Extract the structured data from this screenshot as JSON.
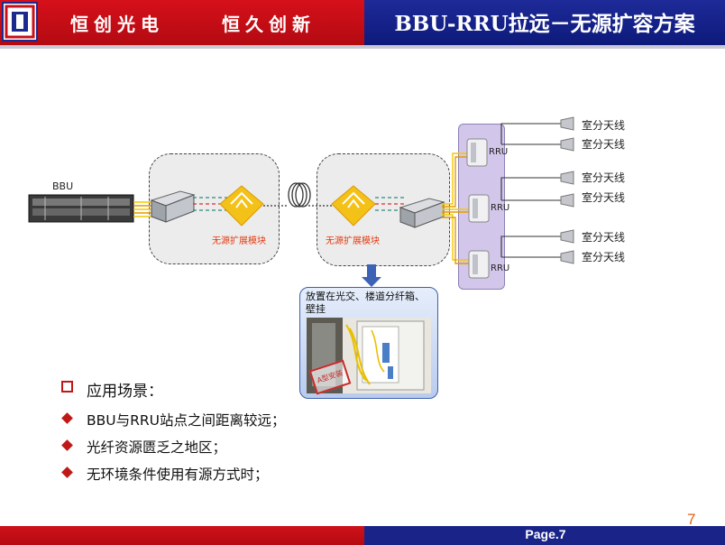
{
  "header": {
    "slogan_left": "恒创光电",
    "slogan_right": "恒久创新",
    "title": "BBU-RRU拉远－无源扩容方案"
  },
  "diagram": {
    "bbu_label": "BBU",
    "module_label_left": "无源扩展模块",
    "module_label_right": "无源扩展模块",
    "rru_labels": [
      "RRU",
      "RRU",
      "RRU"
    ],
    "antenna_labels": [
      "室分天线",
      "室分天线",
      "室分天线",
      "室分天线",
      "室分天线",
      "室分天线"
    ],
    "callout_text": "放置在光交、楼道分纤箱、壁挂",
    "stamp_text": "A型安装"
  },
  "bullets": {
    "heading": "应用场景：",
    "items": [
      "BBU与RRU站点之间距离较远；",
      "光纤资源匮乏之地区；",
      "无环境条件使用有源方式时；"
    ]
  },
  "footer": {
    "page_label": "Page.7",
    "page_number": "7"
  },
  "colors": {
    "header_red": "#c80e16",
    "header_blue": "#13207f",
    "bullet_red": "#c01818",
    "page_number": "#e06010"
  }
}
